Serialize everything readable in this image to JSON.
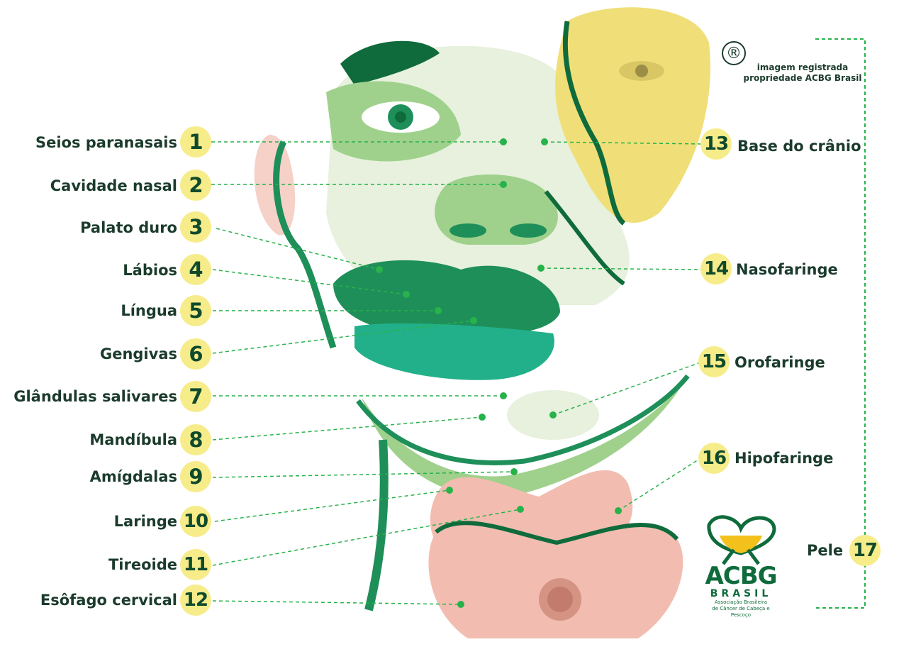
{
  "registration": {
    "symbol": "®",
    "line1": "imagem registrada",
    "line2": "propriedade ACBG Brasil"
  },
  "logo": {
    "name": "ACBG",
    "sub": "BRASIL",
    "desc1": "Associação Brasileira",
    "desc2": "de Câncer de Cabeça e Pescoço"
  },
  "labels": [
    {
      "num": "1",
      "text": "Seios paranasais"
    },
    {
      "num": "2",
      "text": "Cavidade nasal"
    },
    {
      "num": "3",
      "text": "Palato duro"
    },
    {
      "num": "4",
      "text": "Lábios"
    },
    {
      "num": "5",
      "text": "Língua"
    },
    {
      "num": "6",
      "text": "Gengivas"
    },
    {
      "num": "7",
      "text": "Glândulas salivares"
    },
    {
      "num": "8",
      "text": "Mandíbula"
    },
    {
      "num": "9",
      "text": "Amígdalas"
    },
    {
      "num": "10",
      "text": "Laringe"
    },
    {
      "num": "11",
      "text": "Tireoide"
    },
    {
      "num": "12",
      "text": "Esôfago cervical"
    },
    {
      "num": "13",
      "text": "Base do crânio"
    },
    {
      "num": "14",
      "text": "Nasofaringe"
    },
    {
      "num": "15",
      "text": "Orofaringe"
    },
    {
      "num": "16",
      "text": "Hipofaringe"
    },
    {
      "num": "17",
      "text": "Pele"
    }
  ],
  "colors": {
    "dark_green": "#0f6b3b",
    "mid_green": "#1f8f5a",
    "light_green": "#9fd18c",
    "pale_green": "#e7f1dd",
    "yellow": "#f3e27a",
    "pink": "#f2bdb0",
    "badge": "#f7ec8a",
    "dot": "#27b24a"
  }
}
